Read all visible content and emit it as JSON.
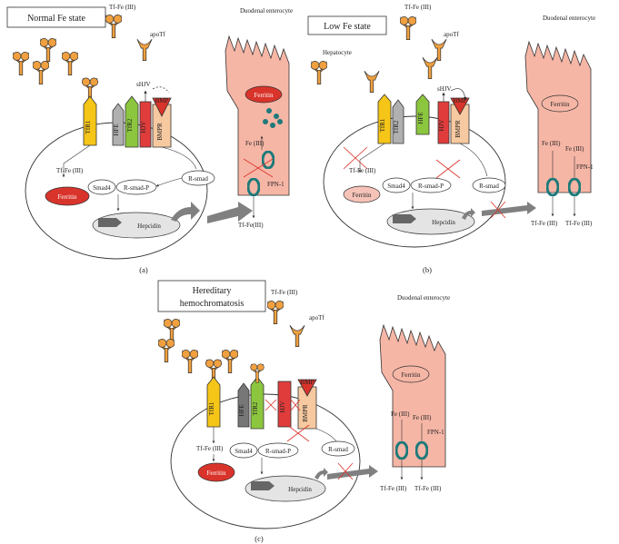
{
  "panel_a": {
    "title": "Normal Fe state",
    "tf_label": "Tf-Fe (III)",
    "apotf_label": "apoTf",
    "shjv": "sHJV",
    "tfr1": "TfR1",
    "hfe": "HFE",
    "tfr2": "TfR2",
    "hjv": "HJV",
    "bmpr": "BMPR",
    "bmp": "BMP",
    "tf_fe_inside": "Tf-Fe (III)",
    "ferritin_cell": "Ferritin",
    "smad4": "Smad4",
    "rsmadp": "R-smad-P",
    "rsmad": "R-smad",
    "hepcidin": "Hepcidin",
    "entero": "Duodenal enterocyte",
    "ferritin_entero": "Ferritin",
    "fe3": "Fe (III)",
    "fpn": "FPN-1",
    "tffe_out": "Tf-Fe(III)",
    "caption": "(a)"
  },
  "panel_b": {
    "title": "Low Fe state",
    "hepatocyte": "Hepatocyte",
    "tf_label": "Tf-Fe (III)",
    "apotf_label": "apoTf",
    "shjv": "sHJV",
    "tfr1": "TfR1",
    "tfr2": "TfR2",
    "hfe": "HFE",
    "hjv": "HJV",
    "bmpr": "BMPR",
    "bmp": "BMP",
    "tf_fe_inside": "Tf-Fe (III)",
    "ferritin_cell": "Ferritin",
    "smad4": "Smad4",
    "rsmadp": "R-smad-P",
    "rsmad": "R-smad",
    "hepcidin": "Hepcidin",
    "entero": "Duodenal enterocyte",
    "ferritin_entero": "Ferritin",
    "fe3a": "Fe (III)",
    "fe3b": "Fe (III)",
    "fpn": "FPN-1",
    "tffe_out1": "Tf-Fe (III)",
    "tffe_out2": "Tf-Fe (III)",
    "caption": "(b)"
  },
  "panel_c": {
    "title_line1": "Hereditary",
    "title_line2": "hemochromatosis",
    "tf_label": "Tf-Fe (III)",
    "apotf_label": "apoTf",
    "tfr1": "TfR1",
    "hfe": "HFE",
    "tfr2": "TfR2",
    "hjv": "HJV",
    "bmpr": "BMPR",
    "bmp": "BMP",
    "tf_fe_inside": "Tf-Fe (III)",
    "ferritin_cell": "Ferritin",
    "smad4": "Smad4",
    "rsmadp": "R-smad-P",
    "rsmad": "R-smad",
    "hepcidin": "Hepcidin",
    "entero": "Duodenal enterocyte",
    "ferritin_entero": "Ferritin",
    "fe3a": "Fe (III)",
    "fe3b": "Fe (III)",
    "fpn": "FPN-1",
    "tffe_out1": "Tf-Fe (III)",
    "tffe_out2": "Tf-Fe (III)",
    "caption": "(c)"
  },
  "colors": {
    "transferrin": "#f0a040",
    "tfr1": "#f5c518",
    "hfe": "#b0b0b0",
    "tfr2": "#8cc63f",
    "hjv": "#e03c3c",
    "bmpr": "#f7c9a0",
    "bmp": "#d9342b",
    "ferritin": "#d9342b",
    "enterocyte": "#f6b6a6",
    "fpn": "#1e7a7a",
    "arrow": "#808080"
  }
}
